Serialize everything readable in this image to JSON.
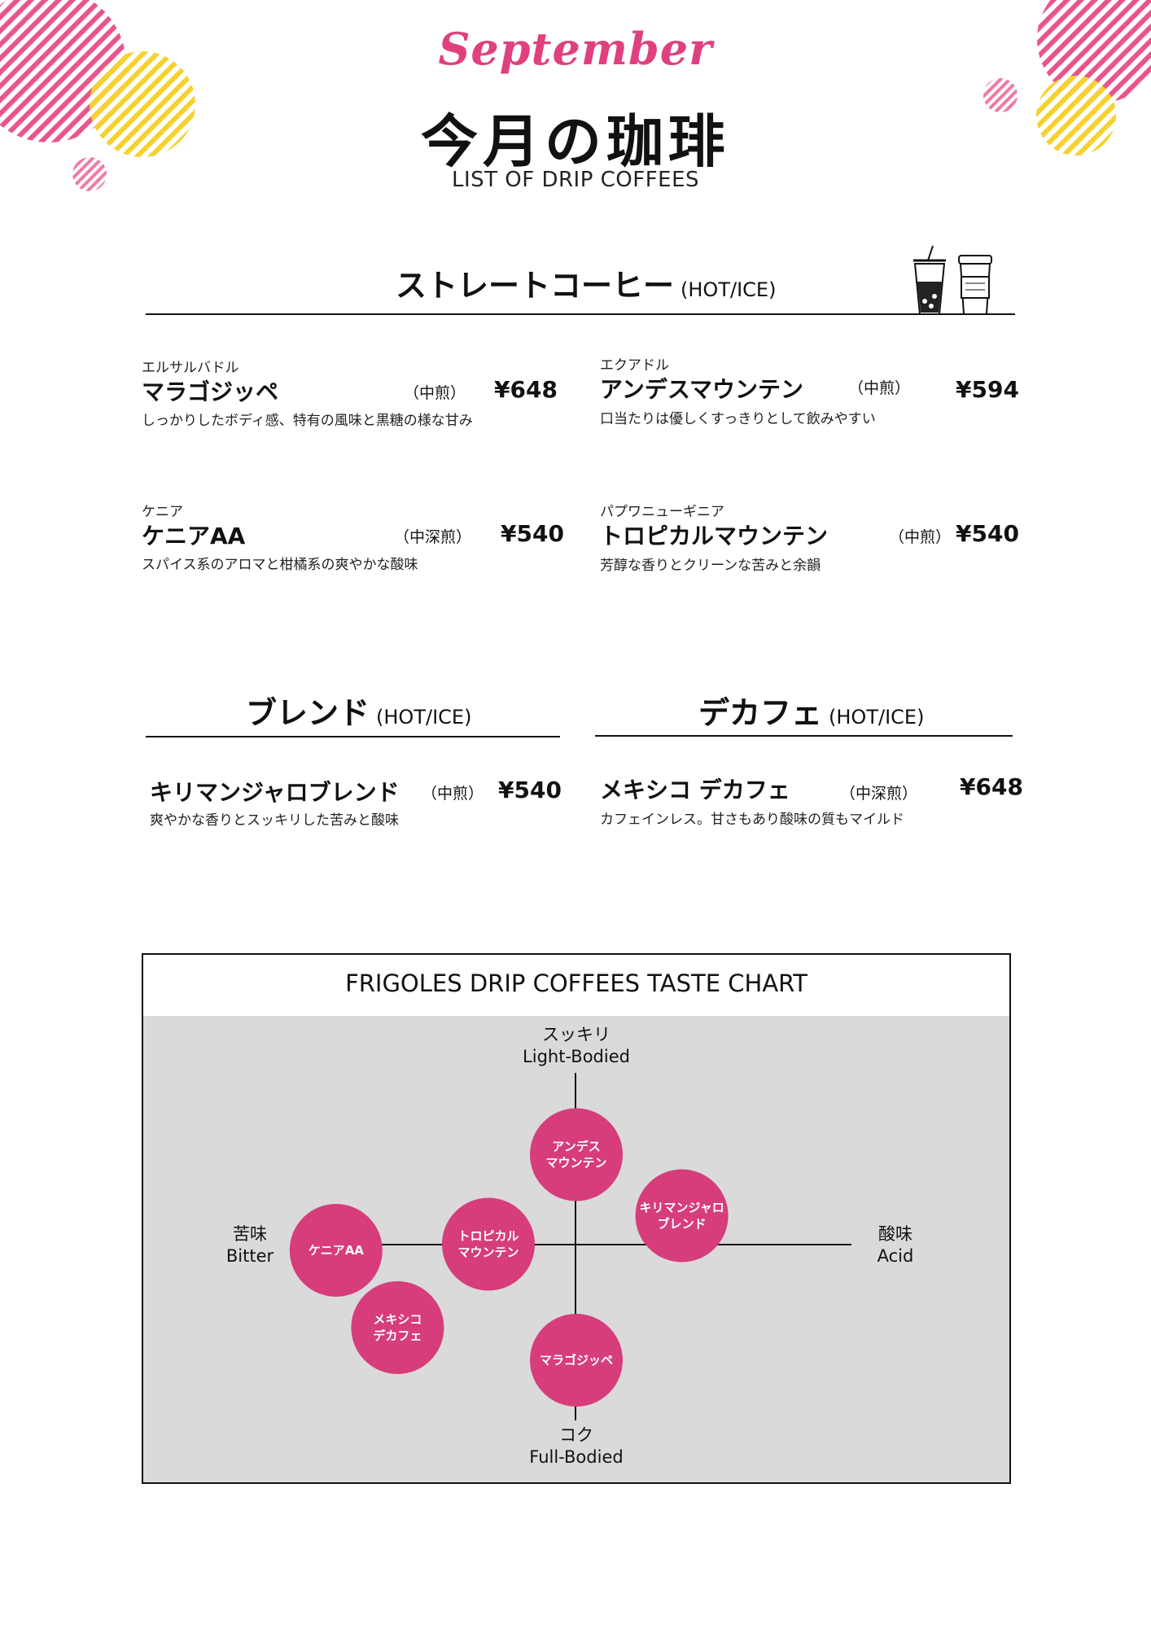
{
  "header": {
    "month": "September",
    "title": "今月の珈琲",
    "subtitle": "LIST OF DRIP COFFEES"
  },
  "colors": {
    "accent": "#e0407e",
    "yellow": "#f5d22e",
    "bubble": "#d63d7a",
    "chart_bg": "#dadada"
  },
  "straight": {
    "title": "ストレートコーヒー",
    "tag": "(HOT/ICE)",
    "items": [
      {
        "origin": "エルサルバドル",
        "name": "マラゴジッペ",
        "roast": "（中煎）",
        "price": "¥648",
        "desc": "しっかりしたボディ感、特有の風味と黒糖の様な甘み"
      },
      {
        "origin": "エクアドル",
        "name": "アンデスマウンテン",
        "roast": "（中煎）",
        "price": "¥594",
        "desc": "口当たりは優しくすっきりとして飲みやすい"
      },
      {
        "origin": "ケニア",
        "name": "ケニアAA",
        "roast": "（中深煎）",
        "price": "¥540",
        "desc": "スパイス系のアロマと柑橘系の爽やかな酸味"
      },
      {
        "origin": "パプワニューギニア",
        "name": "トロピカルマウンテン",
        "roast": "（中煎）",
        "price": "¥540",
        "desc": "芳醇な香りとクリーンな苦みと余韻"
      }
    ]
  },
  "blend": {
    "title": "ブレンド",
    "tag": "(HOT/ICE)",
    "item": {
      "name": "キリマンジャロブレンド",
      "roast": "（中煎）",
      "price": "¥540",
      "desc": "爽やかな香りとスッキリした苦みと酸味"
    }
  },
  "decaf": {
    "title": "デカフェ",
    "tag": "(HOT/ICE)",
    "item": {
      "name": "メキシコ デカフェ",
      "roast": "（中深煎）",
      "price": "¥648",
      "desc": "カフェインレス。甘さもあり酸味の質もマイルド"
    }
  },
  "chart": {
    "title": "FRIGOLES DRIP COFFEES TASTE CHART",
    "top": [
      "スッキリ",
      "Light-Bodied"
    ],
    "bottom": [
      "コク",
      "Full-Bodied"
    ],
    "left": [
      "苦味",
      "Bitter"
    ],
    "right": [
      "酸味",
      "Acid"
    ]
  },
  "chart_data": {
    "type": "scatter",
    "title": "FRIGOLES DRIP COFFEES TASTE CHART",
    "x_axis": {
      "negative": "苦味 Bitter",
      "positive": "酸味 Acid"
    },
    "y_axis": {
      "positive": "スッキリ Light-Bodied",
      "negative": "コク Full-Bodied"
    },
    "xlim": [
      -1,
      1
    ],
    "ylim": [
      -1,
      1
    ],
    "points": [
      {
        "label": [
          "アンデス",
          "マウンテン"
        ],
        "x": 0.0,
        "y": 0.45
      },
      {
        "label": [
          "キリマンジャロ",
          "ブレンド"
        ],
        "x": 0.36,
        "y": 0.15
      },
      {
        "label": [
          "ケニアAA"
        ],
        "x": -0.82,
        "y": -0.02
      },
      {
        "label": [
          "トロピカル",
          "マウンテン"
        ],
        "x": -0.3,
        "y": 0.01
      },
      {
        "label": [
          "メキシコ",
          "デカフェ"
        ],
        "x": -0.61,
        "y": -0.4
      },
      {
        "label": [
          "マラゴジッペ"
        ],
        "x": 0.0,
        "y": -0.56
      }
    ]
  }
}
